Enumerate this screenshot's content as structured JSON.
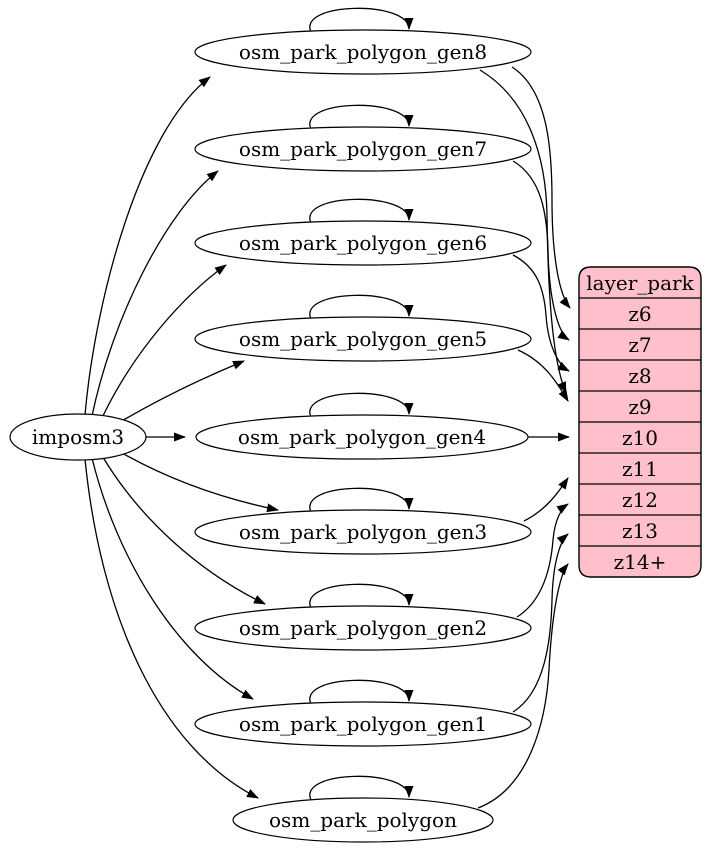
{
  "diagram_type": "graphviz-etl-graph",
  "colors": {
    "background": "#ffffff",
    "edge_stroke": "#000000",
    "node_fill": "#ffffff",
    "layer_table_fill": "#ffc0cb"
  },
  "nodes": [
    {
      "id": "imposm3",
      "label": "imposm3"
    },
    {
      "id": "osm_park_polygon_gen8",
      "label": "osm_park_polygon_gen8"
    },
    {
      "id": "osm_park_polygon_gen7",
      "label": "osm_park_polygon_gen7"
    },
    {
      "id": "osm_park_polygon_gen6",
      "label": "osm_park_polygon_gen6"
    },
    {
      "id": "osm_park_polygon_gen5",
      "label": "osm_park_polygon_gen5"
    },
    {
      "id": "osm_park_polygon_gen4",
      "label": "osm_park_polygon_gen4"
    },
    {
      "id": "osm_park_polygon_gen3",
      "label": "osm_park_polygon_gen3"
    },
    {
      "id": "osm_park_polygon_gen2",
      "label": "osm_park_polygon_gen2"
    },
    {
      "id": "osm_park_polygon_gen1",
      "label": "osm_park_polygon_gen1"
    },
    {
      "id": "osm_park_polygon",
      "label": "osm_park_polygon"
    }
  ],
  "table": {
    "header": "layer_park",
    "rows": [
      "z6",
      "z7",
      "z8",
      "z9",
      "z10",
      "z11",
      "z12",
      "z13",
      "z14+"
    ]
  },
  "edges": [
    {
      "from": "imposm3",
      "to": "osm_park_polygon_gen8"
    },
    {
      "from": "imposm3",
      "to": "osm_park_polygon_gen7"
    },
    {
      "from": "imposm3",
      "to": "osm_park_polygon_gen6"
    },
    {
      "from": "imposm3",
      "to": "osm_park_polygon_gen5"
    },
    {
      "from": "imposm3",
      "to": "osm_park_polygon_gen4"
    },
    {
      "from": "imposm3",
      "to": "osm_park_polygon_gen3"
    },
    {
      "from": "imposm3",
      "to": "osm_park_polygon_gen2"
    },
    {
      "from": "imposm3",
      "to": "osm_park_polygon_gen1"
    },
    {
      "from": "imposm3",
      "to": "osm_park_polygon"
    },
    {
      "from": "osm_park_polygon_gen8",
      "to": "osm_park_polygon_gen8",
      "type": "self-loop"
    },
    {
      "from": "osm_park_polygon_gen7",
      "to": "osm_park_polygon_gen7",
      "type": "self-loop"
    },
    {
      "from": "osm_park_polygon_gen6",
      "to": "osm_park_polygon_gen6",
      "type": "self-loop"
    },
    {
      "from": "osm_park_polygon_gen5",
      "to": "osm_park_polygon_gen5",
      "type": "self-loop"
    },
    {
      "from": "osm_park_polygon_gen4",
      "to": "osm_park_polygon_gen4",
      "type": "self-loop"
    },
    {
      "from": "osm_park_polygon_gen3",
      "to": "osm_park_polygon_gen3",
      "type": "self-loop"
    },
    {
      "from": "osm_park_polygon_gen2",
      "to": "osm_park_polygon_gen2",
      "type": "self-loop"
    },
    {
      "from": "osm_park_polygon_gen1",
      "to": "osm_park_polygon_gen1",
      "type": "self-loop"
    },
    {
      "from": "osm_park_polygon",
      "to": "osm_park_polygon",
      "type": "self-loop"
    },
    {
      "from": "osm_park_polygon_gen8",
      "to": "layer_park.z6"
    },
    {
      "from": "osm_park_polygon_gen8",
      "to": "layer_park.z9"
    },
    {
      "from": "osm_park_polygon_gen7",
      "to": "layer_park.z7"
    },
    {
      "from": "osm_park_polygon_gen6",
      "to": "layer_park.z8"
    },
    {
      "from": "osm_park_polygon_gen5",
      "to": "layer_park.z9"
    },
    {
      "from": "osm_park_polygon_gen4",
      "to": "layer_park.z10"
    },
    {
      "from": "osm_park_polygon_gen3",
      "to": "layer_park.z11"
    },
    {
      "from": "osm_park_polygon_gen2",
      "to": "layer_park.z12"
    },
    {
      "from": "osm_park_polygon_gen1",
      "to": "layer_park.z13"
    },
    {
      "from": "osm_park_polygon",
      "to": "layer_park.z14+"
    }
  ]
}
